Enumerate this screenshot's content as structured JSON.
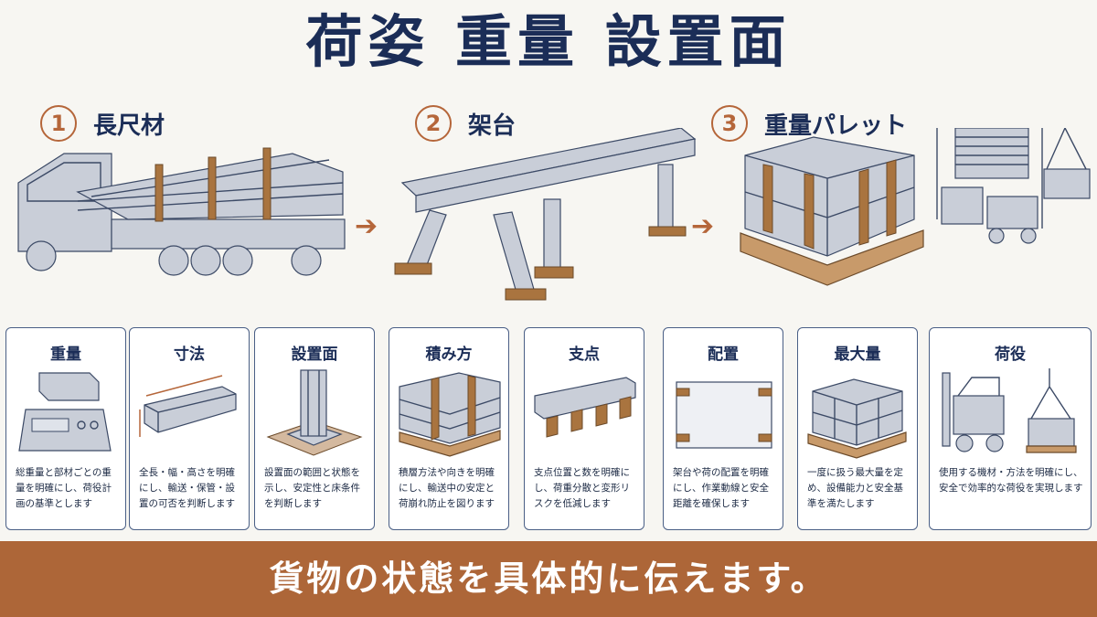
{
  "title": "荷姿 重量 設置面",
  "steps": [
    {
      "num": "1",
      "label": "長尺材"
    },
    {
      "num": "2",
      "label": "架台"
    },
    {
      "num": "3",
      "label": "重量パレット"
    }
  ],
  "arrow_glyph": "➔",
  "cards": [
    {
      "title": "重量",
      "desc": "総重量と部材ごとの重量を明確にし、荷役計画の基準とします"
    },
    {
      "title": "寸法",
      "desc": "全長・幅・高さを明確にし、輸送・保管・設置の可否を判断します"
    },
    {
      "title": "設置面",
      "desc": "設置面の範囲と状態を示し、安定性と床条件を判断します"
    },
    {
      "title": "積み方",
      "desc": "積層方法や向きを明確にし、輸送中の安定と荷崩れ防止を図ります"
    },
    {
      "title": "支点",
      "desc": "支点位置と数を明確にし、荷重分散と変形リスクを低減します"
    },
    {
      "title": "配置",
      "desc": "架台や荷の配置を明確にし、作業動線と安全距離を確保します"
    },
    {
      "title": "最大量",
      "desc": "一度に扱う最大量を定め、設備能力と安全基準を満たします"
    },
    {
      "title": "荷役",
      "desc": "使用する機材・方法を明確にし、安全で効率的な荷役を実現します"
    }
  ],
  "footer": "貨物の状態を具体的に伝えます。",
  "colors": {
    "navy": "#1b2d57",
    "accent": "#b5663a",
    "footer_bg": "#ad6638"
  }
}
